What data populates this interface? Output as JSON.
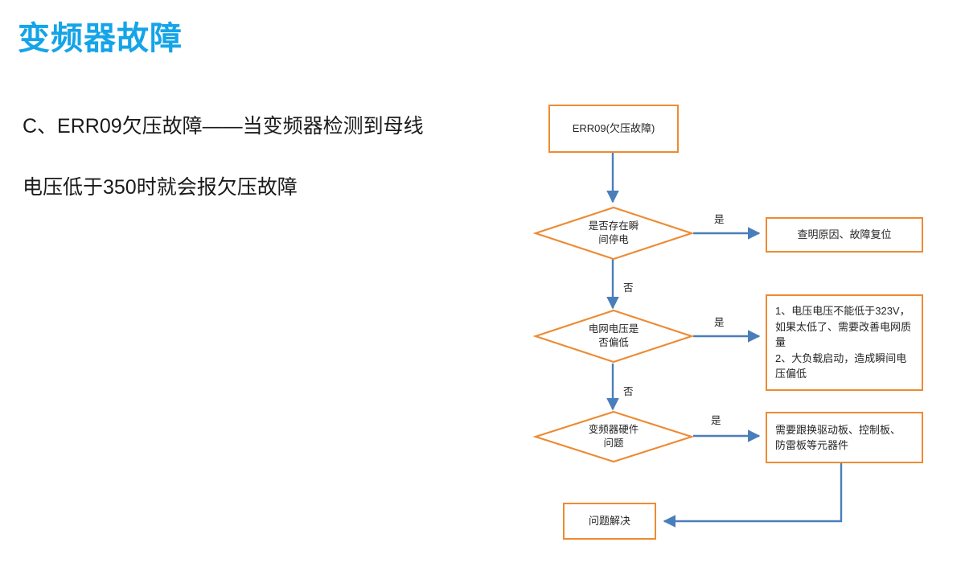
{
  "slide": {
    "title": "变频器故障",
    "title_color": "#14A4E8",
    "body_lines": [
      "C、ERR09欠压故障——当变频器检测到母线",
      "电压低于350时就会报欠压故障"
    ]
  },
  "theme": {
    "node_border": "#ED8B33",
    "connector": "#4A7EBB",
    "text": "#262626",
    "background": "#FFFFFF"
  },
  "flowchart": {
    "type": "flowchart",
    "nodes": {
      "start": {
        "shape": "rectangle",
        "label": "ERR09(欠压故障)"
      },
      "decision_power_cut": {
        "shape": "diamond",
        "label": "是否存在瞬\n间停电"
      },
      "action_find_cause": {
        "shape": "rectangle",
        "label": "查明原因、故障复位"
      },
      "decision_grid_voltage": {
        "shape": "diamond",
        "label": "电网电压是\n否偏低"
      },
      "action_voltage_notes": {
        "shape": "rectangle",
        "label": "1、电压电压不能低于323V，\n如果太低了、需要改善电网质\n量\n2、大负载启动，造成瞬间电\n压偏低"
      },
      "decision_hardware": {
        "shape": "diamond",
        "label": "变频器硬件\n问题"
      },
      "action_replace_boards": {
        "shape": "rectangle",
        "label": "需要跟换驱动板、控制板、\n防雷板等元器件"
      },
      "end": {
        "shape": "rectangle",
        "label": "问题解决"
      }
    },
    "edge_labels": {
      "power_cut_yes": "是",
      "power_cut_no": "否",
      "grid_voltage_yes": "是",
      "grid_voltage_no": "否",
      "hardware_yes": "是"
    }
  }
}
